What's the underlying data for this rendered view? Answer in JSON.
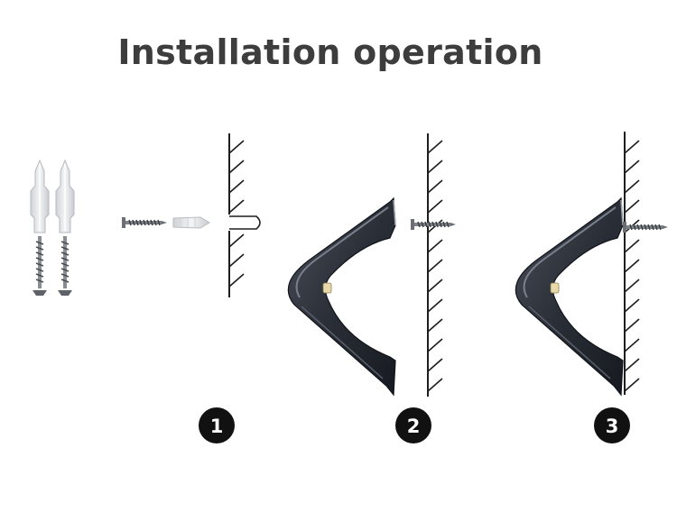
{
  "title": "Installation operation",
  "steps": [
    {
      "number": "1"
    },
    {
      "number": "2"
    },
    {
      "number": "3"
    }
  ],
  "colors": {
    "title": "#3d3d3d",
    "bracket": "#2b2f38",
    "bracket_highlight": "#6e7480",
    "wall": "#1e1e1e",
    "step_badge": "#111111",
    "step_text": "#ffffff",
    "anchor": "#e4e6e8"
  }
}
